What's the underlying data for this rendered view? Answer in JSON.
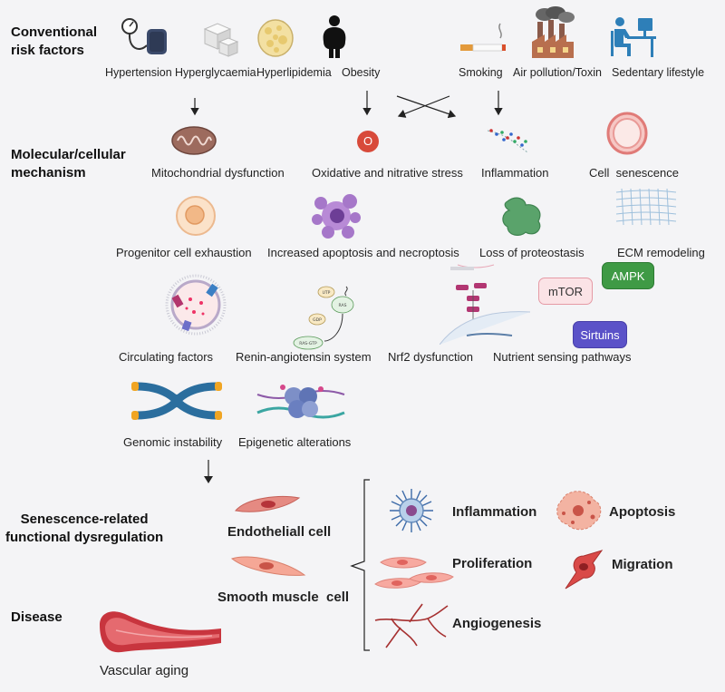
{
  "sections": {
    "risk_title": "Conventional\nrisk factors",
    "mechanism_title": "Molecular/cellular\nmechanism",
    "senescence_title": "Senescence-related\nfunctional dysregulation",
    "disease_title": "Disease"
  },
  "risk_factors": {
    "hypertension": "Hypertension",
    "hyperglycaemia": "Hyperglycaemia",
    "hyperlipidemia": "Hyperlipidemia",
    "obesity": "Obesity",
    "smoking": "Smoking",
    "air_pollution": "Air pollution/Toxin",
    "sedentary": "Sedentary lifestyle"
  },
  "mechanisms": {
    "mitochondrial": "Mitochondrial dysfunction",
    "oxidative": "Oxidative and nitrative stress",
    "inflammation": "Inflammation",
    "senescence": "Cell  senescence",
    "progenitor": "Progenitor cell exhaustion",
    "apoptosis": "Increased apoptosis and necroptosis",
    "proteostasis": "Loss of proteostasis",
    "ecm": "ECM remodeling",
    "circulating": "Circulating factors",
    "renin": "Renin-angiotensin system",
    "nrf2": "Nrf2 dysfunction",
    "nutrient": "Nutrient sensing pathways",
    "genomic": "Genomic instability",
    "epigenetic": "Epigenetic alterations"
  },
  "nutrient_pills": {
    "ampk": "AMPK",
    "mtor": "mTOR",
    "sirtuins": "Sirtuins"
  },
  "oxidative_symbol": "O",
  "cells": {
    "endothelial": "Endotheliall cell",
    "smooth_muscle": "Smooth muscle  cell"
  },
  "dysregulation": {
    "inflammation": "Inflammation",
    "apoptosis": "Apoptosis",
    "proliferation": "Proliferation",
    "migration": "Migration",
    "angiogenesis": "Angiogenesis"
  },
  "disease": {
    "vascular_aging": "Vascular aging"
  },
  "colors": {
    "ampk": "#3f9a45",
    "mtor_bg": "#fbe3e6",
    "sirtuins": "#5b52c8",
    "oxidative": "#d84a3a",
    "vessel": "#c8353e"
  }
}
